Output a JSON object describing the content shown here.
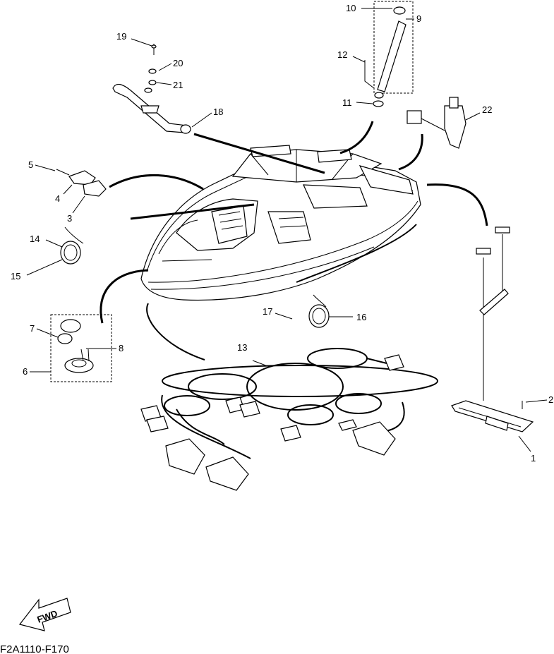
{
  "diagram": {
    "drawing_code": "F2A1110-F170",
    "fwd_label": "FWD",
    "callouts": [
      "1",
      "2",
      "3",
      "4",
      "5",
      "6",
      "7",
      "8",
      "9",
      "10",
      "11",
      "12",
      "13",
      "14",
      "15",
      "16",
      "17",
      "18",
      "19",
      "20",
      "21",
      "22"
    ]
  }
}
